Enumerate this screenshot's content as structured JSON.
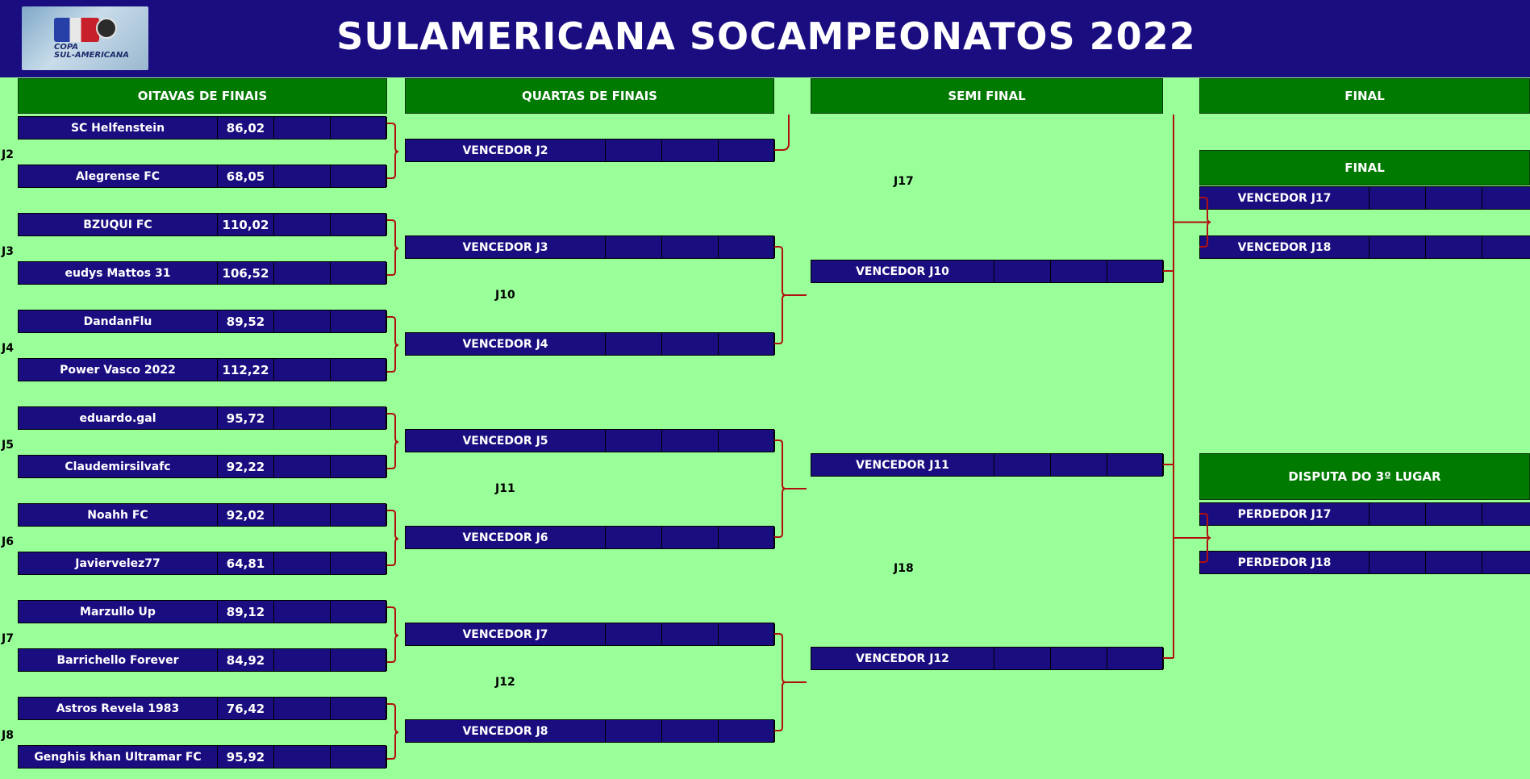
{
  "header": {
    "title": "SULAMERICANA SOCAMPEONATOS 2022",
    "logo_text_line1": "COPA",
    "logo_text_line2": "SUL-AMERICANA"
  },
  "columns": {
    "round16": "OITAVAS DE FINAIS",
    "quarters": "QUARTAS DE FINAIS",
    "semis": "SEMI FINAL",
    "final": "FINAL"
  },
  "round16": [
    {
      "game": "J2",
      "team1": "SC Helfenstein",
      "score1": "86,02",
      "team2": "Alegrense FC",
      "score2": "68,05"
    },
    {
      "game": "J3",
      "team1": "BZUQUI FC",
      "score1": "110,02",
      "team2": "eudys Mattos 31",
      "score2": "106,52"
    },
    {
      "game": "J4",
      "team1": "DandanFlu",
      "score1": "89,52",
      "team2": "Power Vasco 2022",
      "score2": "112,22"
    },
    {
      "game": "J5",
      "team1": "eduardo.gal",
      "score1": "95,72",
      "team2": "Claudemirsilvafc",
      "score2": "92,22"
    },
    {
      "game": "J6",
      "team1": "Noahh FC",
      "score1": "92,02",
      "team2": "Javiervelez77",
      "score2": "64,81"
    },
    {
      "game": "J7",
      "team1": "Marzullo Up",
      "score1": "89,12",
      "team2": "Barrichello Forever",
      "score2": "84,92"
    },
    {
      "game": "J8",
      "team1": "Astros Revela 1983",
      "score1": "76,42",
      "team2": "Genghis khan Ultramar FC",
      "score2": "95,92"
    }
  ],
  "quarters": {
    "teams": [
      "VENCEDOR J2",
      "VENCEDOR J3",
      "VENCEDOR J4",
      "VENCEDOR J5",
      "VENCEDOR J6",
      "VENCEDOR J7",
      "VENCEDOR J8"
    ],
    "games": [
      "J10",
      "J11",
      "J12"
    ]
  },
  "semis": {
    "teams": [
      "VENCEDOR J10",
      "VENCEDOR J11",
      "VENCEDOR J12"
    ],
    "games": [
      "J17",
      "J18"
    ]
  },
  "final": {
    "title": "FINAL",
    "teams": [
      "VENCEDOR J17",
      "VENCEDOR J18"
    ]
  },
  "third_place": {
    "title": "DISPUTA DO 3º LUGAR",
    "teams": [
      "PERDEDOR J17",
      "PERDEDOR J18"
    ]
  },
  "colors": {
    "header_bg": "#1a0d80",
    "field_bg": "#99ff99",
    "head_bg": "#007a00",
    "connector": "#b01010"
  }
}
